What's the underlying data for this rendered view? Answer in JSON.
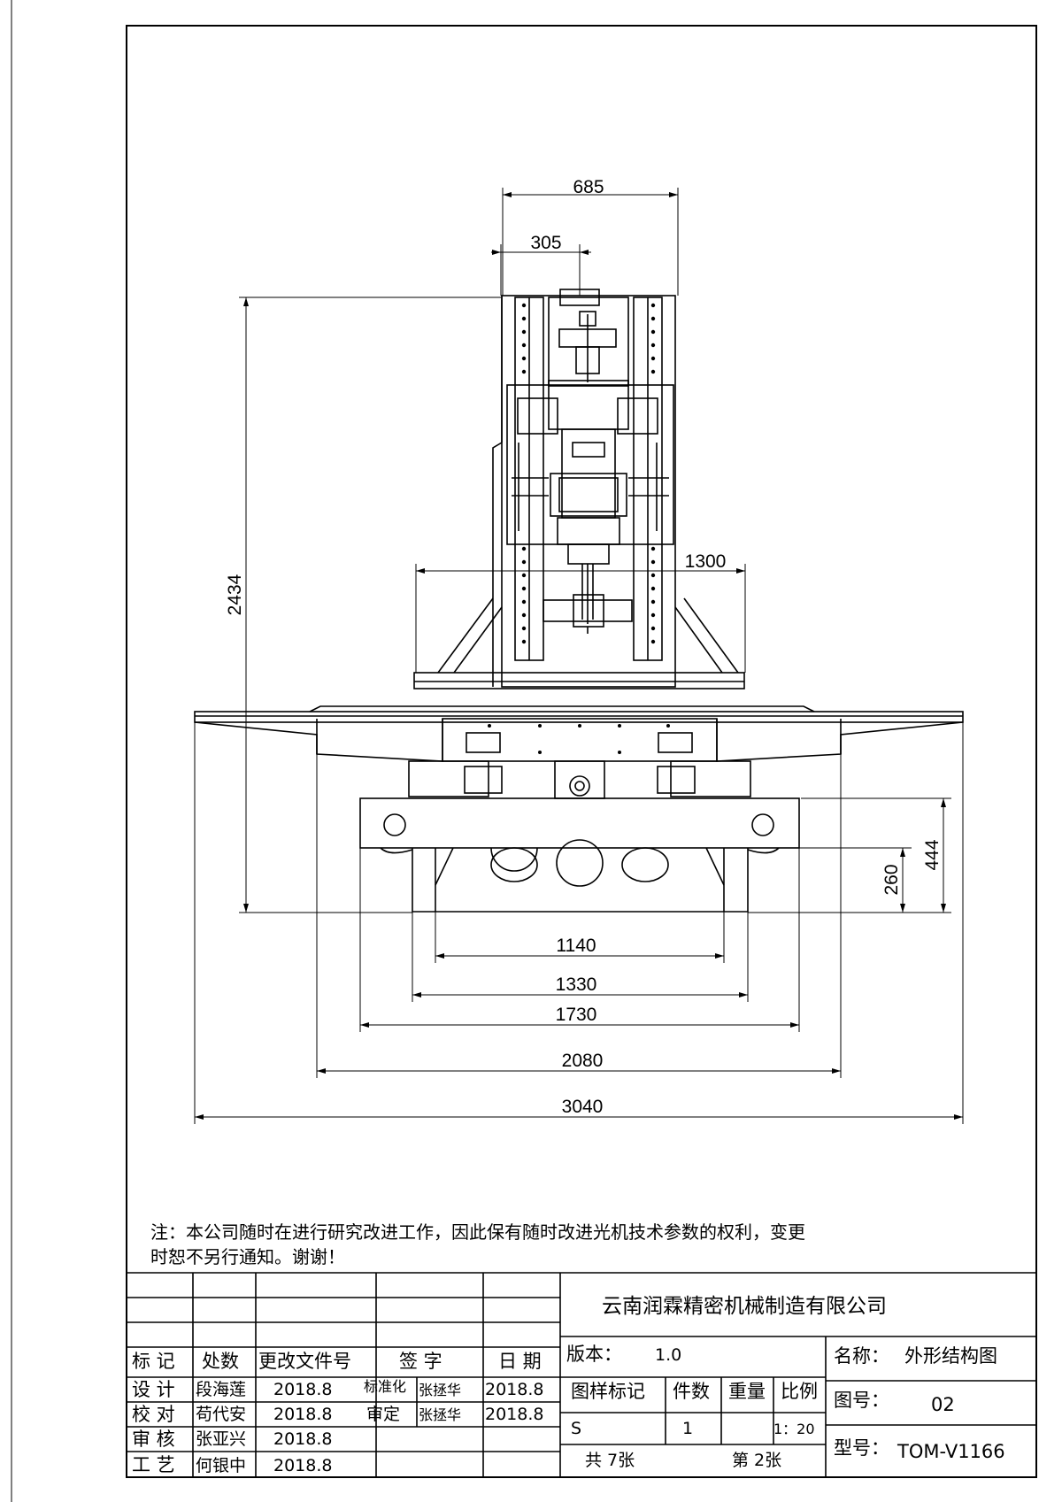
{
  "dimensions": {
    "d685": "685",
    "d305": "305",
    "d1300": "1300",
    "d2434": "2434",
    "d444": "444",
    "d260": "260",
    "d1140": "1140",
    "d1330": "1330",
    "d1730": "1730",
    "d2080": "2080",
    "d3040": "3040"
  },
  "note": {
    "line1": "注：本公司随时在进行研究改进工作，因此保有随时改进光机技术参数的权利，变更",
    "line2": "时恕不另行通知。谢谢！"
  },
  "title_block": {
    "company": "云南润霖精密机械制造有限公司",
    "headers": {
      "mark": "标 记",
      "count": "处数",
      "change_doc": "更改文件号",
      "sign": "签 字",
      "date": "日 期"
    },
    "version_label": "版本：",
    "version_value": "1.0",
    "name_label": "名称：",
    "name_value": "外形结构图",
    "drawing_no_label": "图号：",
    "drawing_no_value": "02",
    "model_label": "型号：",
    "model_value": "TOM-V1166",
    "sample_mark_label": "图样标记",
    "qty_label": "件数",
    "weight_label": "重量",
    "scale_label": "比例",
    "sample_mark_value": "S",
    "qty_value": "1",
    "scale_value": "1：20",
    "total_sheets": "共 7张",
    "sheet_no": "第 2张",
    "rows": [
      {
        "role": "设 计",
        "name": "段海莲",
        "date": "2018.8"
      },
      {
        "role": "校 对",
        "name": "苟代安",
        "date": "2018.8"
      },
      {
        "role": "审 核",
        "name": "张亚兴",
        "date": "2018.8"
      },
      {
        "role": "工 艺",
        "name": "何银中",
        "date": "2018.8"
      }
    ],
    "std_label": "标准化",
    "std_name": "张拯华",
    "std_date": "2018.8",
    "approve_label": "审定",
    "approve_name": "张拯华",
    "approve_date": "2018.8"
  },
  "colors": {
    "line": "#000000",
    "paper": "#ffffff"
  }
}
